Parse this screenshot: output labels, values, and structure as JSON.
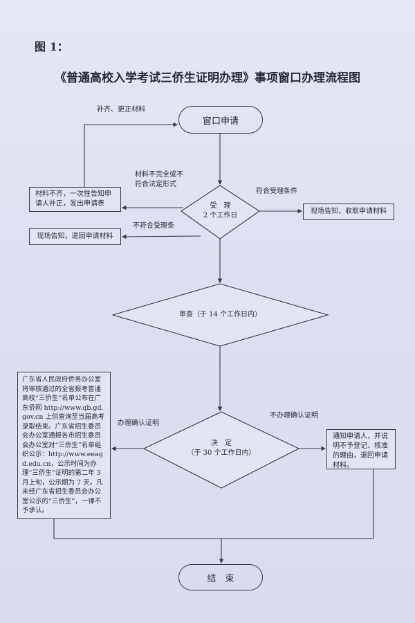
{
  "figure_label": "图 1：",
  "title": "《普通高校入学考试三侨生证明办理》事项窗口办理流程图",
  "nodes": {
    "start": "窗口申请",
    "accept_line1": "受　理",
    "accept_line2": "2 个工作日",
    "incomplete_box": "材料不齐，一次性告知申请人补正，发出申请表",
    "receive_box": "现场告知，收取申请材料",
    "reject_box": "现场告知，退回申请材料",
    "review": "审查（于 14 个工作日内）",
    "decide_line1": "决　定",
    "decide_line2": "（于 30 个工作日内）",
    "publish_box": "广东省人民政府侨务办公室将审核通过的全省报考普通高校“三侨生”名单公布在广东侨网 http://www.qb.gd.gov.cn 上供查询至当届高考录取结束。广东省招生委员会办公室通报各市招生委员会办公室对“三侨生”名单组织公示：http://www.eeagd.edu.cn，公示时间为办理“三侨生”证明的第二年 3 月上旬，公示期为 7 天。凡未经广东省招生委员会办公室公示的“三侨生”，一律不予承认。",
    "deny_box": "通知申请人，并说明不予登记、核准的理由，退回申请材料。",
    "end": "结　束"
  },
  "edge_labels": {
    "resubmit": "补齐、更正材料",
    "incomplete": "材料不完全或不符合法定形式",
    "meets": "符合受理条件",
    "not_meets": "不符合受理条",
    "confirm": "办理确认证明",
    "not_confirm": "不办理确认证明"
  }
}
